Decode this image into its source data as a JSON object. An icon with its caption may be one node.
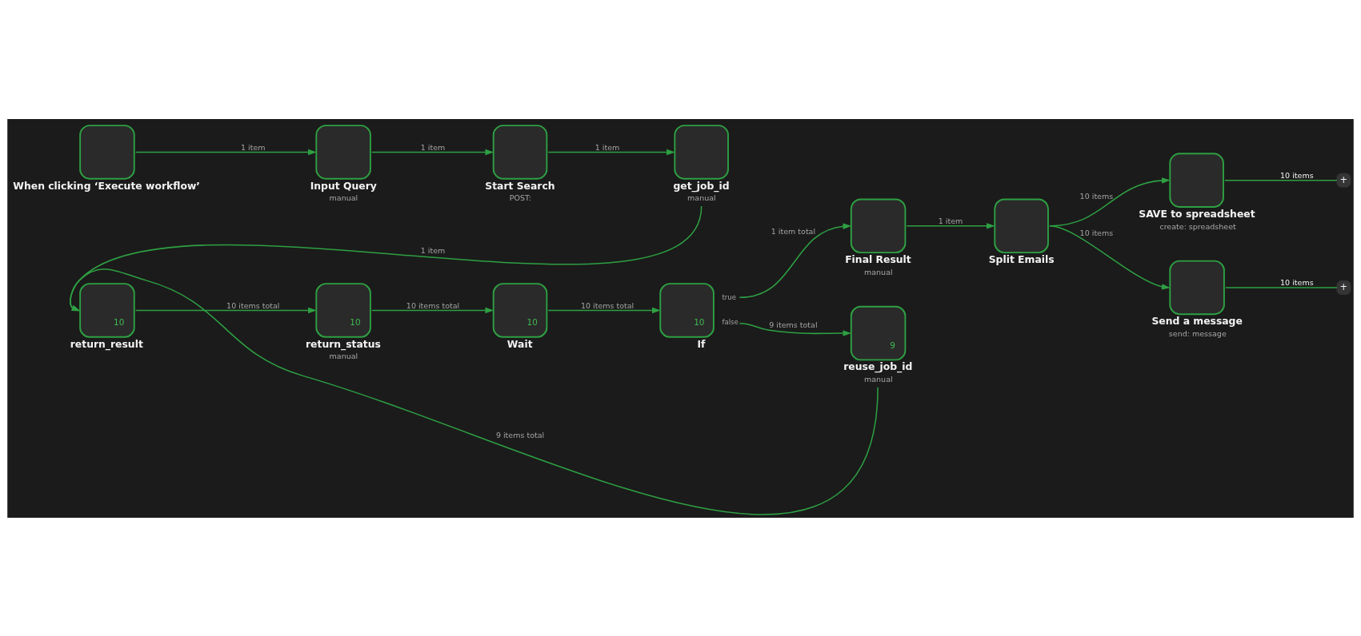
{
  "diagram": {
    "nodes": [
      {
        "text": [
          "When clicking ‘Execute workflow’"
        ]
      },
      {
        "text": [
          "Input Query",
          "manual"
        ]
      },
      {
        "text": [
          "Start Search",
          "POST:"
        ]
      },
      {
        "text": [
          "get_job_id",
          "manual"
        ]
      },
      {
        "text": [
          "10",
          "return_result"
        ]
      },
      {
        "text": [
          "10",
          "return_status",
          "manual"
        ]
      },
      {
        "text": [
          "10",
          "Wait"
        ]
      },
      {
        "text": [
          "10",
          "If"
        ],
        "beside": [
          "true",
          "false"
        ]
      },
      {
        "text": [
          "Final Result",
          "manual"
        ]
      },
      {
        "text": [
          "Split Emails"
        ]
      },
      {
        "text": [
          "SAVE to spreadsheet",
          "create: spreadsheet"
        ]
      },
      {
        "text": [
          "Send a message",
          "send: message"
        ]
      },
      {
        "text": [
          "9",
          "reuse_job_id",
          "manual"
        ]
      },
      {
        "text": [
          "+"
        ]
      },
      {
        "text": [
          "+"
        ]
      }
    ],
    "edges": [
      {
        "from": 0,
        "to": 1,
        "arrow": "to",
        "label": "1 item"
      },
      {
        "from": 1,
        "to": 2,
        "arrow": "to",
        "label": "1 item"
      },
      {
        "from": 2,
        "to": 3,
        "arrow": "to",
        "label": "1 item"
      },
      {
        "from": 3,
        "to": 4,
        "arrow": "to",
        "label": "1 item"
      },
      {
        "from": 4,
        "to": 5,
        "arrow": "to",
        "label": "10 items total"
      },
      {
        "from": 5,
        "to": 6,
        "arrow": "to",
        "label": "10 items total"
      },
      {
        "from": 6,
        "to": 7,
        "arrow": "to",
        "label": "10 items total"
      },
      {
        "from": 7,
        "to": 8,
        "arrow": "to",
        "label": "1 item total"
      },
      {
        "from": 7,
        "to": 12,
        "arrow": "to",
        "label": "9 items total"
      },
      {
        "from": 8,
        "to": 9,
        "arrow": "to",
        "label": "1 item"
      },
      {
        "from": 9,
        "to": 10,
        "arrow": "to",
        "label": "10 items"
      },
      {
        "from": 9,
        "to": 11,
        "arrow": "to",
        "label": "10 items"
      },
      {
        "from": 10,
        "to": 13,
        "arrow": "none",
        "label": "10 items"
      },
      {
        "from": 11,
        "to": 14,
        "arrow": "none",
        "label": "10 items"
      },
      {
        "from": 12,
        "to": 4,
        "arrow": "to",
        "label": "9 items total"
      }
    ]
  }
}
